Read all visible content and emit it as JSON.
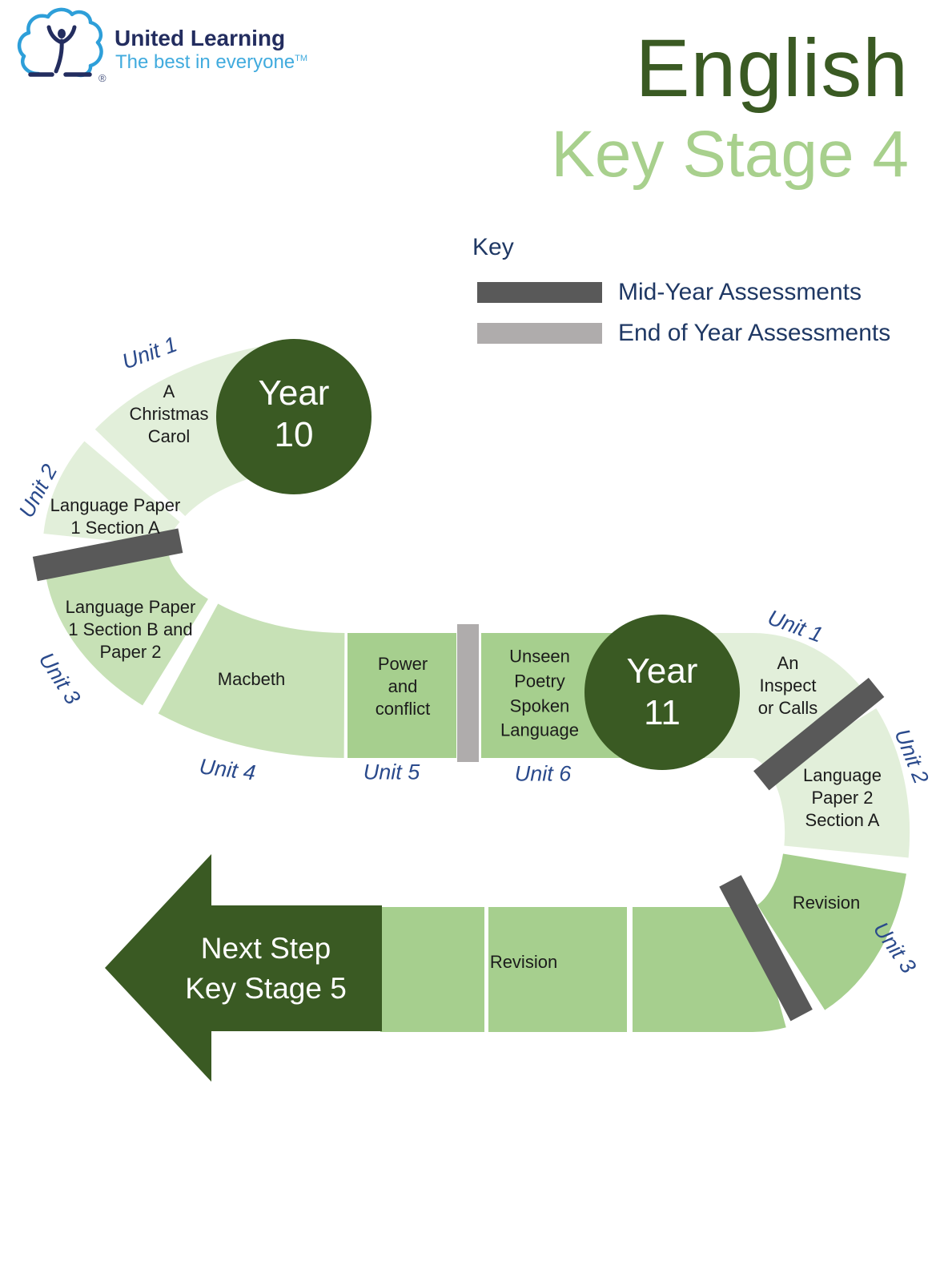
{
  "palette": {
    "dark_green": "#3A5A23",
    "green_light": "#E2EFDA",
    "green_mid": "#C7E1B6",
    "green": "#A6CF8E",
    "gray_dark": "#595959",
    "gray_light": "#AFACAC",
    "navy": "#1F3864",
    "unit_blue": "#2A4A8C",
    "logo_navy": "#232D5F",
    "logo_blue": "#2E9FD9",
    "title_green": "#3A5A23",
    "stage_green": "#A8D08D"
  },
  "logo": {
    "name": "United Learning",
    "tagline": "The best in everyone",
    "tm": "TM",
    "reg": "®"
  },
  "header": {
    "subject": "English",
    "stage": "Key Stage 4"
  },
  "legend": {
    "heading": "Key",
    "items": [
      {
        "label": "Mid-Year Assessments",
        "color": "#595959"
      },
      {
        "label": "End of Year Assessments",
        "color": "#AFACAC"
      }
    ]
  },
  "year10": {
    "badge": "Year\n10",
    "units": [
      {
        "label": "Unit 1",
        "title": "A\nChristmas\nCarol"
      },
      {
        "label": "Unit 2",
        "title": "Language Paper\n1 Section A"
      },
      {
        "label": "Unit 3",
        "title": "Language Paper\n1 Section B and\nPaper 2"
      },
      {
        "label": "Unit 4",
        "title": "Macbeth"
      },
      {
        "label": "Unit 5",
        "title": "Power\nand\nconflict"
      },
      {
        "label": "Unit 6",
        "title": "Unseen\nPoetry\nSpoken\nLanguage"
      }
    ]
  },
  "year11": {
    "badge": "Year\n11",
    "units": [
      {
        "label": "Unit 1",
        "title": "An\nInspect\nor Calls"
      },
      {
        "label": "Unit 2",
        "title": "Language\nPaper 2\nSection A"
      },
      {
        "label": "Unit 3",
        "title": "Revision"
      },
      {
        "label": "",
        "title": "Revision"
      }
    ]
  },
  "next_step": {
    "label": "Next Step\nKey Stage 5"
  }
}
